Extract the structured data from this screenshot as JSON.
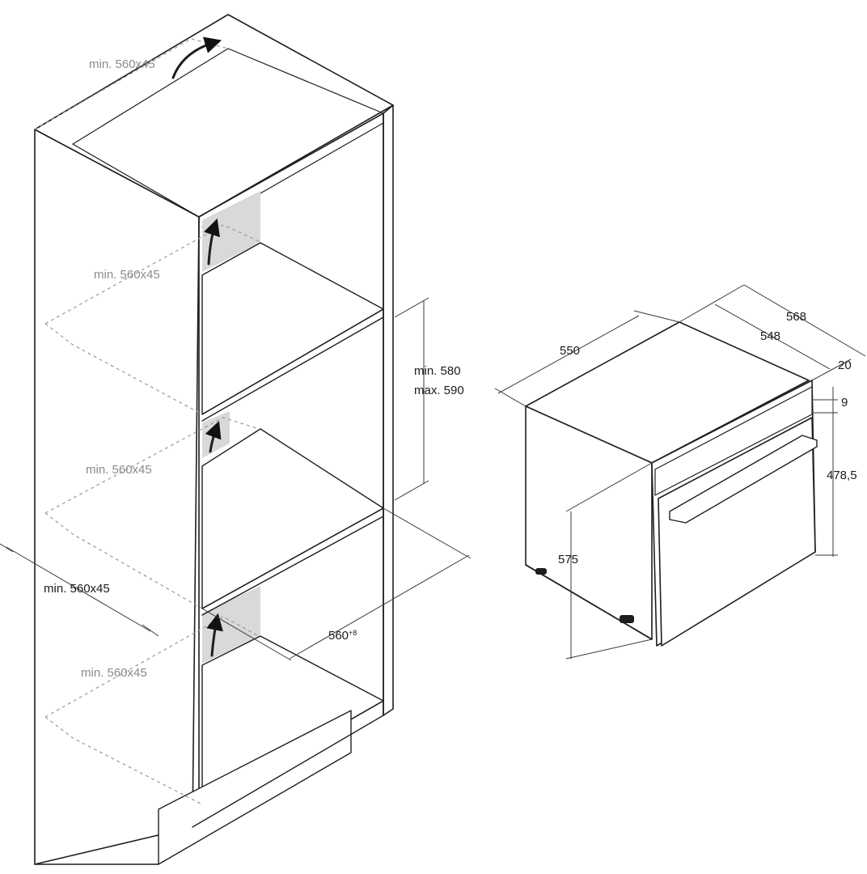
{
  "cabinet": {
    "labels": {
      "vent_top": "min. 560x45",
      "vent_upper": "min. 560x45",
      "vent_middle": "min. 560x45",
      "vent_front": "min. 560x45",
      "vent_lower": "min. 560x45",
      "niche_height_min": "min. 580",
      "niche_height_max": "max. 590",
      "niche_width": "560",
      "niche_width_tolerance": "+8"
    }
  },
  "oven": {
    "labels": {
      "depth_total": "568",
      "depth_body": "548",
      "width_body": "550",
      "door_thickness": "20",
      "gap_top": "9",
      "front_height": "478,5",
      "body_height": "575"
    }
  },
  "colors": {
    "line": "#1e1e1e",
    "label_grey": "#8a8a8a",
    "label_dark": "#1a1a1a",
    "vent_shade": "#d9d9d9"
  }
}
